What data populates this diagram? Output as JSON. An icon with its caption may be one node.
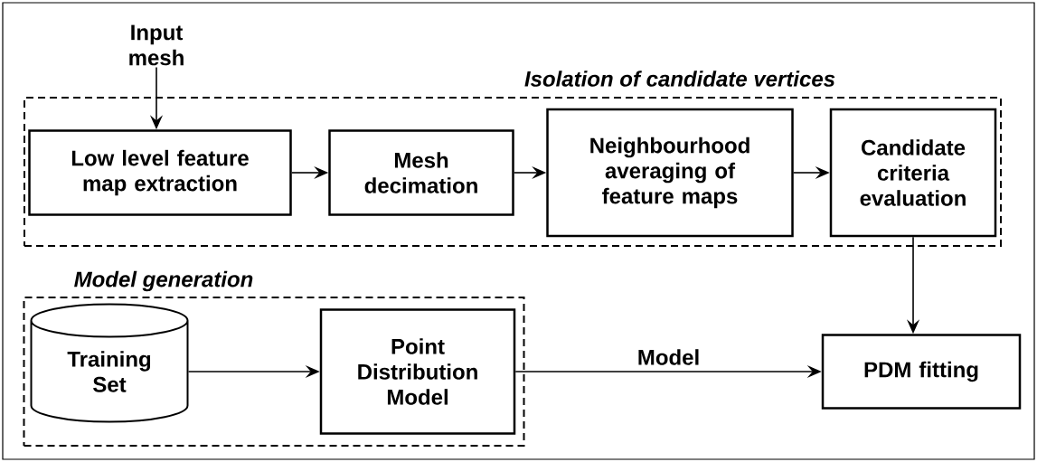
{
  "diagram": {
    "nodes": [
      {
        "text": [
          "Input mesh"
        ]
      },
      {
        "text": [
          "Isolation of candidate vertices"
        ]
      },
      {
        "text": [
          "Low level feature map extraction"
        ],
        "in": 1
      },
      {
        "text": [
          "Mesh decimation"
        ],
        "in": 1
      },
      {
        "text": [
          "Neighbourhood averaging of feature maps"
        ],
        "in": 1
      },
      {
        "text": [
          "Candidate criteria evaluation"
        ],
        "in": 1
      },
      {
        "text": [
          "Model generation"
        ]
      },
      {
        "text": [
          "Training Set"
        ],
        "in": 6
      },
      {
        "text": [
          "Point Distribution Model"
        ],
        "in": 6
      },
      {
        "text": [
          "PDM fitting"
        ]
      }
    ],
    "edges": [
      {
        "from": 0,
        "to": 2,
        "arrow": "to"
      },
      {
        "from": 2,
        "to": 3,
        "arrow": "to"
      },
      {
        "from": 3,
        "to": 4,
        "arrow": "to"
      },
      {
        "from": 4,
        "to": 5,
        "arrow": "to"
      },
      {
        "from": 5,
        "to": 9,
        "arrow": "to"
      },
      {
        "from": 7,
        "to": 8,
        "arrow": "to"
      },
      {
        "from": 8,
        "to": 9,
        "label": "Model",
        "arrow": "to"
      }
    ]
  }
}
